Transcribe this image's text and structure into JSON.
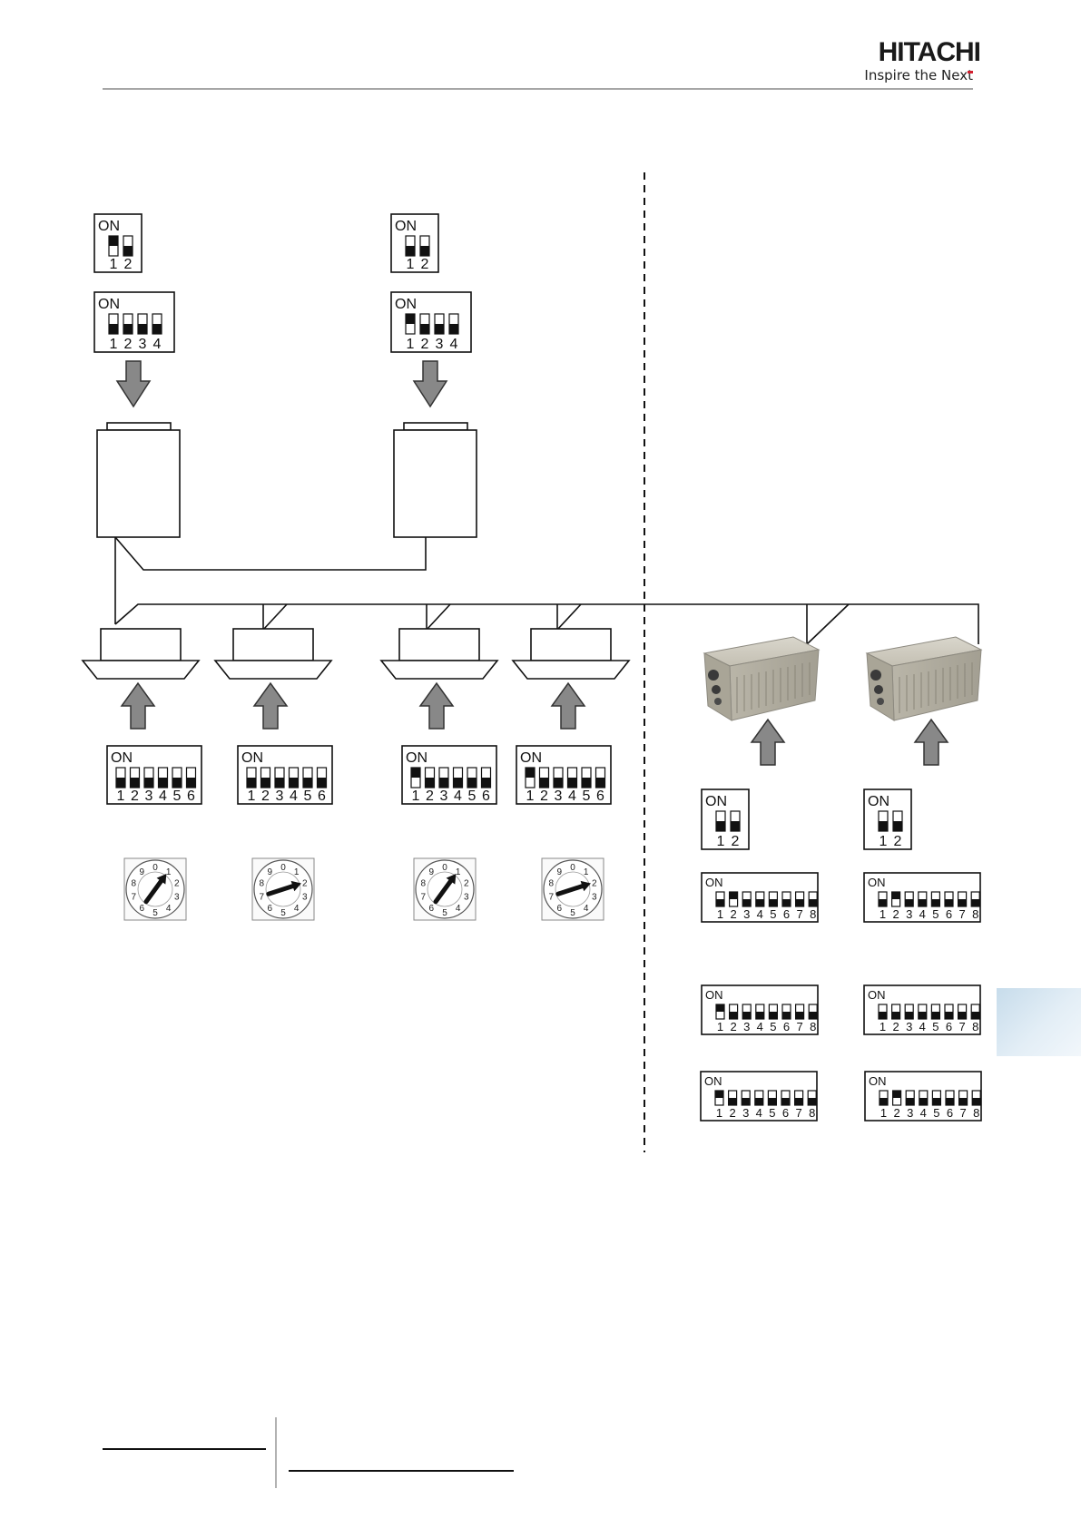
{
  "header": {
    "brand_name": "HITACHI",
    "brand_tagline": "Inspire the Next",
    "brand_color": "#1a1a1a",
    "accent_color": "#d2202f"
  },
  "switch_label": "ON",
  "dip_switches": [
    {
      "id": "outdoor-1-a",
      "positions": [
        "1",
        "2"
      ],
      "on": [
        true,
        false
      ]
    },
    {
      "id": "outdoor-1-b",
      "positions": [
        "1",
        "2",
        "3",
        "4"
      ],
      "on": [
        false,
        false,
        false,
        false
      ]
    },
    {
      "id": "outdoor-2-a",
      "positions": [
        "1",
        "2"
      ],
      "on": [
        false,
        false
      ]
    },
    {
      "id": "outdoor-2-b",
      "positions": [
        "1",
        "2",
        "3",
        "4"
      ],
      "on": [
        true,
        false,
        false,
        false
      ]
    },
    {
      "id": "indoor-1",
      "positions": [
        "1",
        "2",
        "3",
        "4",
        "5",
        "6"
      ],
      "on": [
        false,
        false,
        false,
        false,
        false,
        false
      ]
    },
    {
      "id": "indoor-2",
      "positions": [
        "1",
        "2",
        "3",
        "4",
        "5",
        "6"
      ],
      "on": [
        false,
        false,
        false,
        false,
        false,
        false
      ]
    },
    {
      "id": "indoor-3",
      "positions": [
        "1",
        "2",
        "3",
        "4",
        "5",
        "6"
      ],
      "on": [
        true,
        false,
        false,
        false,
        false,
        false
      ]
    },
    {
      "id": "indoor-4",
      "positions": [
        "1",
        "2",
        "3",
        "4",
        "5",
        "6"
      ],
      "on": [
        true,
        false,
        false,
        false,
        false,
        false
      ]
    },
    {
      "id": "kit-1-a",
      "positions": [
        "1",
        "2"
      ],
      "on": [
        false,
        false
      ]
    },
    {
      "id": "kit-2-a",
      "positions": [
        "1",
        "2"
      ],
      "on": [
        false,
        false
      ]
    },
    {
      "id": "kit-1-b",
      "positions": [
        "1",
        "2",
        "3",
        "4",
        "5",
        "6",
        "7",
        "8"
      ],
      "on": [
        false,
        true,
        false,
        false,
        false,
        false,
        false,
        false
      ]
    },
    {
      "id": "kit-2-b",
      "positions": [
        "1",
        "2",
        "3",
        "4",
        "5",
        "6",
        "7",
        "8"
      ],
      "on": [
        false,
        true,
        false,
        false,
        false,
        false,
        false,
        false
      ]
    },
    {
      "id": "kit-1-c",
      "positions": [
        "1",
        "2",
        "3",
        "4",
        "5",
        "6",
        "7",
        "8"
      ],
      "on": [
        true,
        false,
        false,
        false,
        false,
        false,
        false,
        false
      ]
    },
    {
      "id": "kit-2-c",
      "positions": [
        "1",
        "2",
        "3",
        "4",
        "5",
        "6",
        "7",
        "8"
      ],
      "on": [
        false,
        false,
        false,
        false,
        false,
        false,
        false,
        false
      ]
    },
    {
      "id": "kit-1-d",
      "positions": [
        "1",
        "2",
        "3",
        "4",
        "5",
        "6",
        "7",
        "8"
      ],
      "on": [
        true,
        false,
        false,
        false,
        false,
        false,
        false,
        false
      ]
    },
    {
      "id": "kit-2-d",
      "positions": [
        "1",
        "2",
        "3",
        "4",
        "5",
        "6",
        "7",
        "8"
      ],
      "on": [
        false,
        true,
        false,
        false,
        false,
        false,
        false,
        false
      ]
    }
  ],
  "rotary_switches": [
    {
      "id": "rsw-1",
      "digits": [
        "0",
        "1",
        "2",
        "3",
        "4",
        "5",
        "6",
        "7",
        "8",
        "9"
      ],
      "value": 1
    },
    {
      "id": "rsw-2",
      "digits": [
        "0",
        "1",
        "2",
        "3",
        "4",
        "5",
        "6",
        "7",
        "8",
        "9"
      ],
      "value": 2
    },
    {
      "id": "rsw-3",
      "digits": [
        "0",
        "1",
        "2",
        "3",
        "4",
        "5",
        "6",
        "7",
        "8",
        "9"
      ],
      "value": 1
    },
    {
      "id": "rsw-4",
      "digits": [
        "0",
        "1",
        "2",
        "3",
        "4",
        "5",
        "6",
        "7",
        "8",
        "9"
      ],
      "value": 2
    }
  ]
}
